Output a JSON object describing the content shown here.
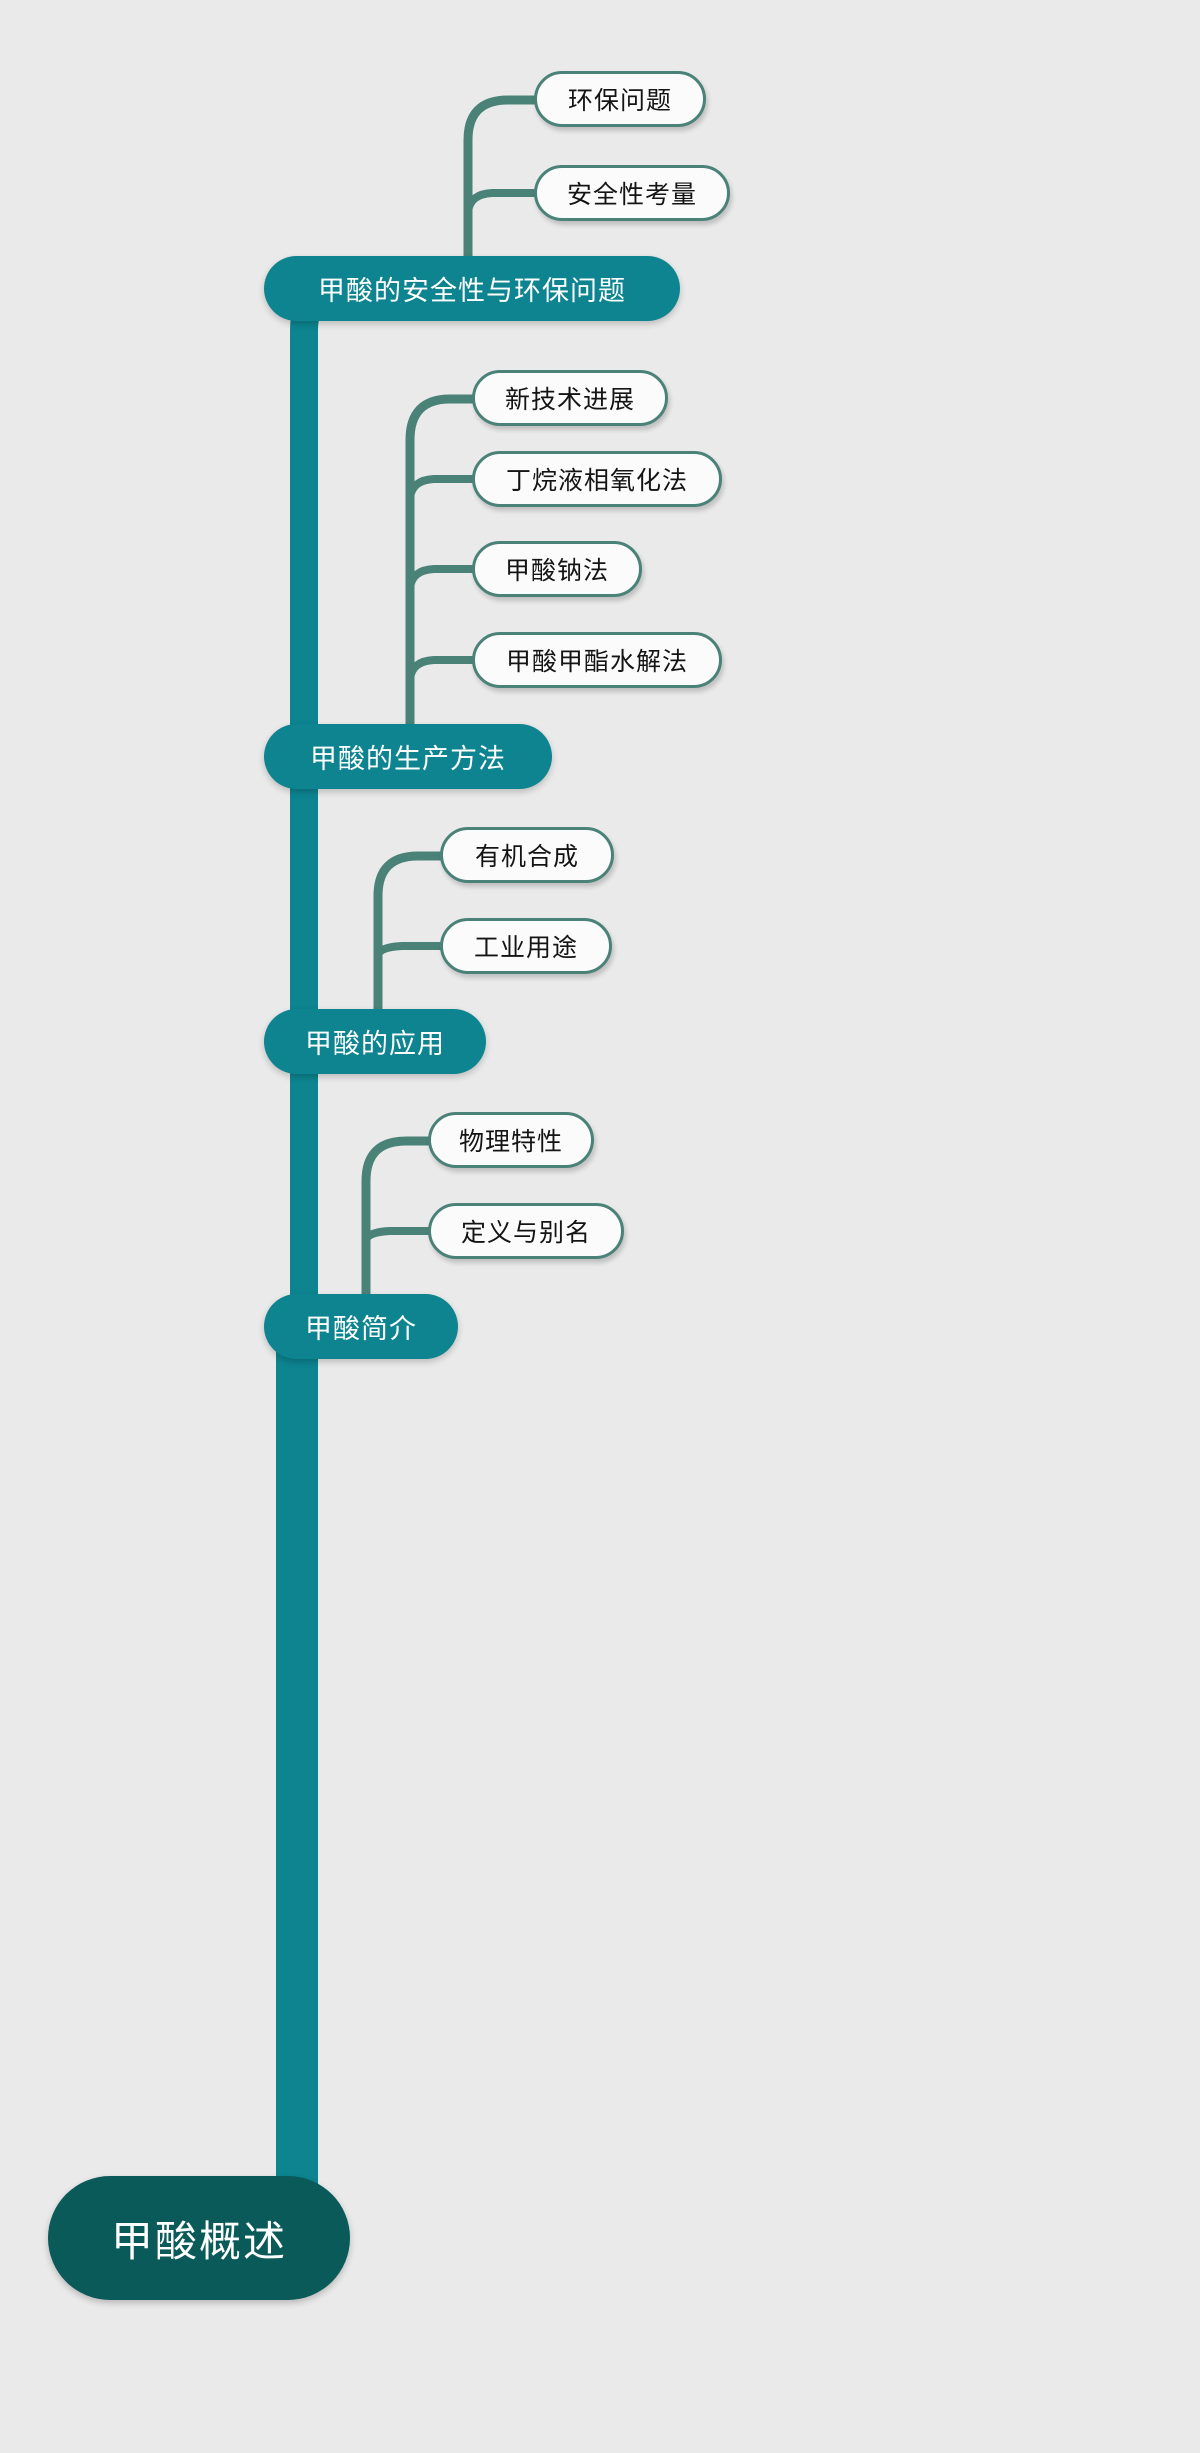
{
  "diagram": {
    "type": "mindmap",
    "background_color": "#eaeaea",
    "root_color": "#0b5a5a",
    "level1_color": "#0d8490",
    "level2_border_color": "#4a8278",
    "level2_fill_color": "#fbfbfb",
    "root": {
      "label": "甲酸概述"
    },
    "branches": [
      {
        "label": "甲酸的安全性与环保问题",
        "children": [
          {
            "label": "环保问题"
          },
          {
            "label": "安全性考量"
          }
        ]
      },
      {
        "label": "甲酸的生产方法",
        "children": [
          {
            "label": "新技术进展"
          },
          {
            "label": "丁烷液相氧化法"
          },
          {
            "label": "甲酸钠法"
          },
          {
            "label": "甲酸甲酯水解法"
          }
        ]
      },
      {
        "label": "甲酸的应用",
        "children": [
          {
            "label": "有机合成"
          },
          {
            "label": "工业用途"
          }
        ]
      },
      {
        "label": "甲酸简介",
        "children": [
          {
            "label": "物理特性"
          },
          {
            "label": "定义与别名"
          }
        ]
      }
    ]
  }
}
